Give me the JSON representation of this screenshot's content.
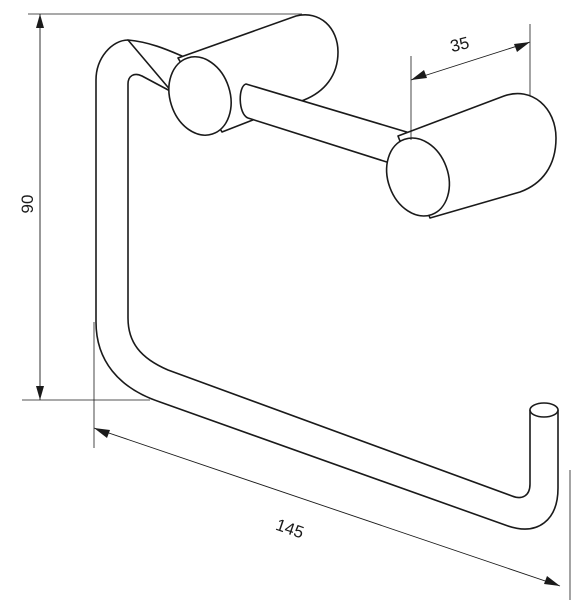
{
  "dimensions": {
    "height": {
      "label": "90"
    },
    "width": {
      "label": "145"
    },
    "projection": {
      "label": "35"
    }
  },
  "colors": {
    "ink": "#1a1a1a",
    "background": "#ffffff"
  }
}
